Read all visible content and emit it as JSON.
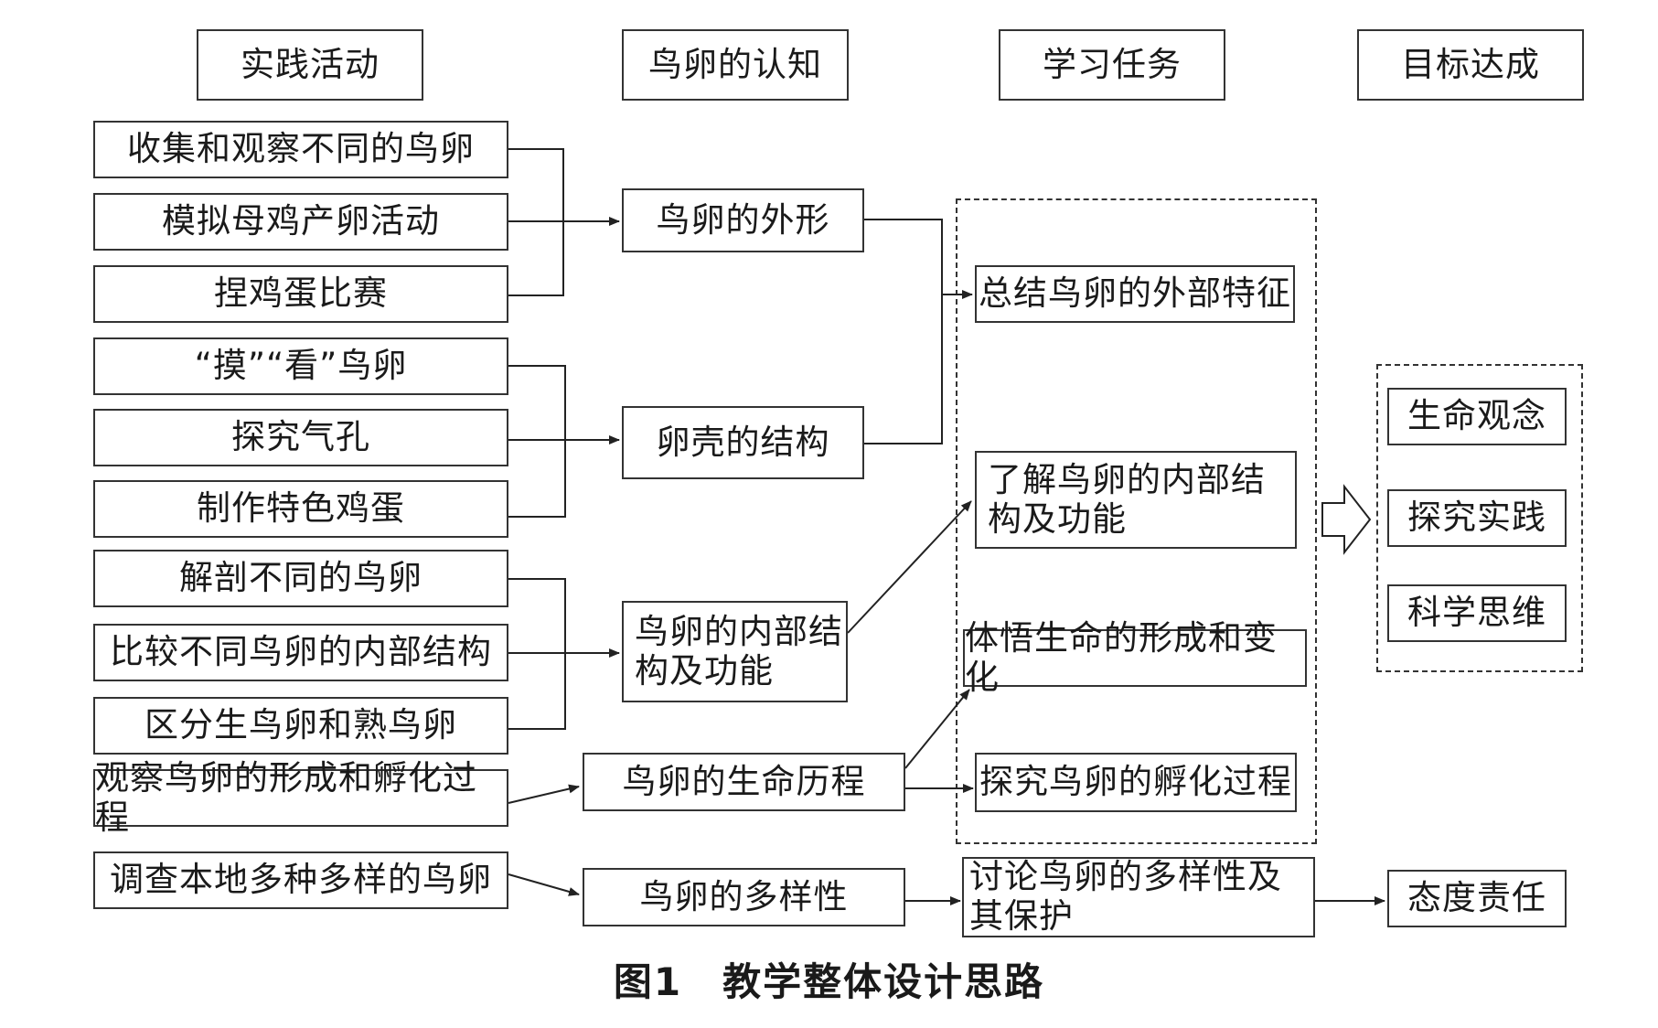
{
  "headers": {
    "practice": "实践活动",
    "cognition": "鸟卵的认知",
    "tasks": "学习任务",
    "goals": "目标达成"
  },
  "activities": [
    "收集和观察不同的鸟卵",
    "模拟母鸡产卵活动",
    "捏鸡蛋比赛",
    "“摸”“看”鸟卵",
    "探究气孔",
    "制作特色鸡蛋",
    "解剖不同的鸟卵",
    "比较不同鸟卵的内部结构",
    "区分生鸟卵和熟鸟卵",
    "观察鸟卵的形成和孵化过程",
    "调查本地多种多样的鸟卵"
  ],
  "cognition": [
    "鸟卵的外形",
    "卵壳的结构",
    "鸟卵的内部结构及功能",
    "鸟卵的生命历程",
    "鸟卵的多样性"
  ],
  "tasks": [
    "总结鸟卵的外部特征",
    "了解鸟卵的内部结构及功能",
    "体悟生命的形成和变化",
    "探究鸟卵的孵化过程",
    "讨论鸟卵的多样性及其保护"
  ],
  "goals": [
    "生命观念",
    "探究实践",
    "科学思维",
    "态度责任"
  ],
  "caption": {
    "figure_no": "图1",
    "title": "教学整体设计思路"
  }
}
